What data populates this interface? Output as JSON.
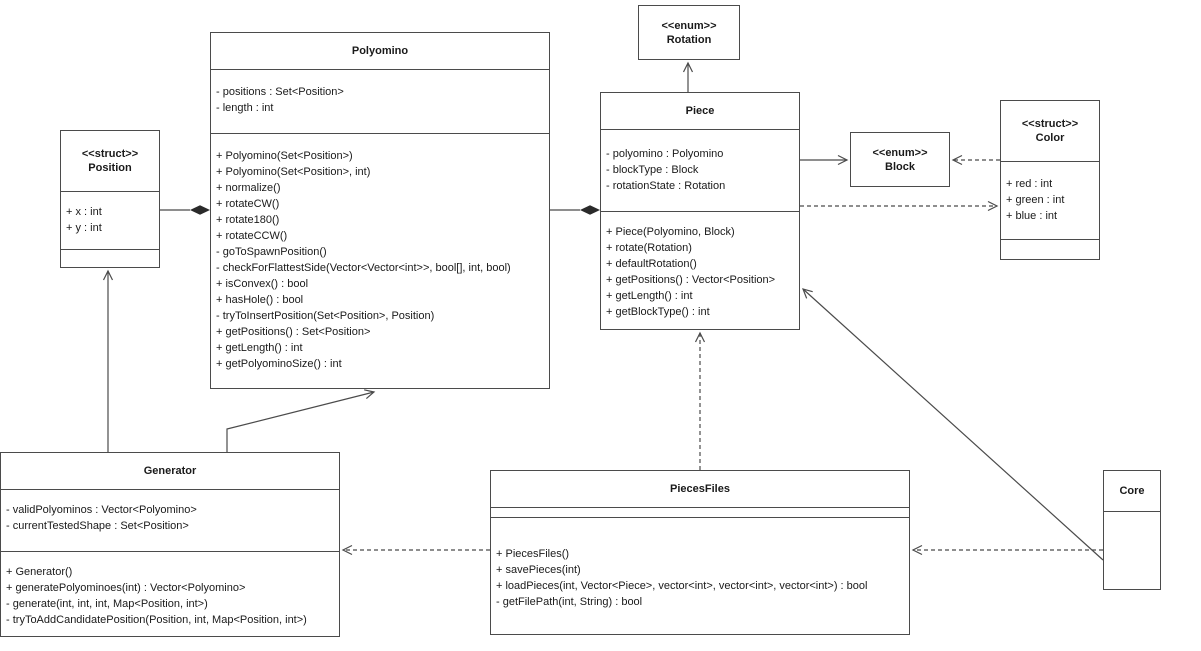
{
  "colors": {
    "line": "#4b4b4b",
    "node_background": "#ffffff",
    "text": "#1a1a1a"
  },
  "classes": {
    "polyomino": {
      "name": "Polyomino",
      "attributes": [
        "- positions : Set<Position>",
        "- length : int"
      ],
      "methods": [
        "+ Polyomino(Set<Position>)",
        "+ Polyomino(Set<Position>, int)",
        "+ normalize()",
        "+ rotateCW()",
        "+ rotate180()",
        "+ rotateCCW()",
        "- goToSpawnPosition()",
        "- checkForFlattestSide(Vector<Vector<int>>, bool[], int, bool)",
        "+ isConvex() : bool",
        "+ hasHole() : bool",
        "- tryToInsertPosition(Set<Position>, Position)",
        "+ getPositions() : Set<Position>",
        "+ getLength() : int",
        "+ getPolyominoSize() : int"
      ]
    },
    "rotation": {
      "stereotype": "<<enum>>",
      "name": "Rotation"
    },
    "piece": {
      "name": "Piece",
      "attributes": [
        "- polyomino : Polyomino",
        "- blockType : Block",
        "- rotationState : Rotation"
      ],
      "methods": [
        "+ Piece(Polyomino, Block)",
        "+ rotate(Rotation)",
        "+ defaultRotation()",
        "+ getPositions() : Vector<Position>",
        "+ getLength() : int",
        "+ getBlockType() : int"
      ]
    },
    "block": {
      "stereotype": "<<enum>>",
      "name": "Block"
    },
    "color": {
      "stereotype": "<<struct>>",
      "name": "Color",
      "attributes": [
        "+ red : int",
        "+ green : int",
        "+ blue : int"
      ]
    },
    "position": {
      "stereotype": "<<struct>>",
      "name": "Position",
      "attributes": [
        "+ x : int",
        "+ y : int"
      ]
    },
    "generator": {
      "name": "Generator",
      "attributes": [
        "- validPolyominos : Vector<Polyomino>",
        "- currentTestedShape : Set<Position>"
      ],
      "methods": [
        "+ Generator()",
        "+ generatePolyominoes(int) : Vector<Polyomino>",
        "- generate(int, int, int, Map<Position, int>)",
        "- tryToAddCandidatePosition(Position, int, Map<Position, int>)"
      ]
    },
    "pieces_files": {
      "name": "PiecesFiles",
      "methods": [
        "+ PiecesFiles()",
        "+ savePieces(int)",
        "+ loadPieces(int, Vector<Piece>, vector<int>, vector<int>, vector<int>) : bool",
        "- getFilePath(int, String) : bool"
      ]
    },
    "core": {
      "name": "Core"
    }
  },
  "relationships": [
    {
      "from": "Piece",
      "to": "Rotation",
      "type": "association"
    },
    {
      "from": "Piece",
      "to": "Polyomino",
      "type": "composition"
    },
    {
      "from": "Polyomino",
      "to": "Position",
      "type": "composition"
    },
    {
      "from": "Piece",
      "to": "Block",
      "type": "association"
    },
    {
      "from": "Color",
      "to": "Block",
      "type": "dependency"
    },
    {
      "from": "Piece",
      "to": "Color",
      "type": "dependency"
    },
    {
      "from": "Generator",
      "to": "Position",
      "type": "association"
    },
    {
      "from": "Generator",
      "to": "Polyomino",
      "type": "association"
    },
    {
      "from": "PiecesFiles",
      "to": "Piece",
      "type": "dependency"
    },
    {
      "from": "Core",
      "to": "Piece",
      "type": "association"
    },
    {
      "from": "Core",
      "to": "PiecesFiles",
      "type": "dependency"
    },
    {
      "from": "PiecesFiles",
      "to": "Generator",
      "type": "dependency"
    }
  ]
}
